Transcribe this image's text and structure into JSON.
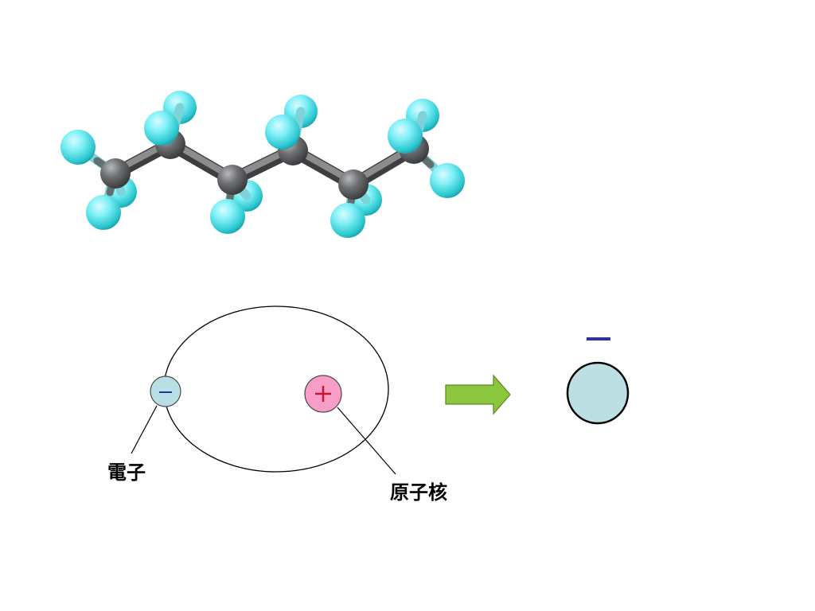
{
  "labels": {
    "electron": "電子",
    "nucleus": "原子核",
    "ion_charge": "−"
  },
  "colors": {
    "carbon": "#5f6163",
    "hydrogen": "#43d6dc",
    "electron": "#b8dfe6",
    "nucleus": "#f79dc7",
    "plus_sign": "#c01830",
    "minus_sign": "#30309a",
    "arrow_fill": "#8cc63f",
    "arrow_stroke": "#5a8a1a",
    "ion_fill": "#bcdfe4"
  },
  "icons": {
    "molecule": "hexane-ball-and-stick-model",
    "reaction_arrow": "right-arrow-icon"
  }
}
